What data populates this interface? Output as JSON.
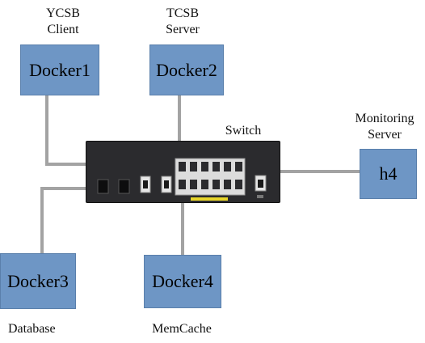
{
  "colors": {
    "node_fill": "#6e96c5",
    "wire": "#a3a3a3",
    "switch_body": "#2b2b2e",
    "switch_led_bar": "#e8d62a"
  },
  "nodes": {
    "docker1": {
      "label": "Docker1",
      "caption_lines": [
        "YCSB",
        "Client"
      ]
    },
    "docker2": {
      "label": "Docker2",
      "caption_lines": [
        "TCSB",
        "Server"
      ]
    },
    "docker3": {
      "label": "Docker3",
      "caption_lines": [
        "Database"
      ]
    },
    "docker4": {
      "label": "Docker4",
      "caption_lines": [
        "MemCache"
      ]
    },
    "h4": {
      "label": "h4",
      "caption_lines": [
        "Monitoring",
        "Server"
      ]
    }
  },
  "switch": {
    "label": "Switch",
    "icon": "network-switch-icon"
  },
  "links": [
    {
      "from": "docker1",
      "to": "switch"
    },
    {
      "from": "docker2",
      "to": "switch"
    },
    {
      "from": "docker3",
      "to": "switch"
    },
    {
      "from": "docker4",
      "to": "switch"
    },
    {
      "from": "h4",
      "to": "switch"
    }
  ]
}
